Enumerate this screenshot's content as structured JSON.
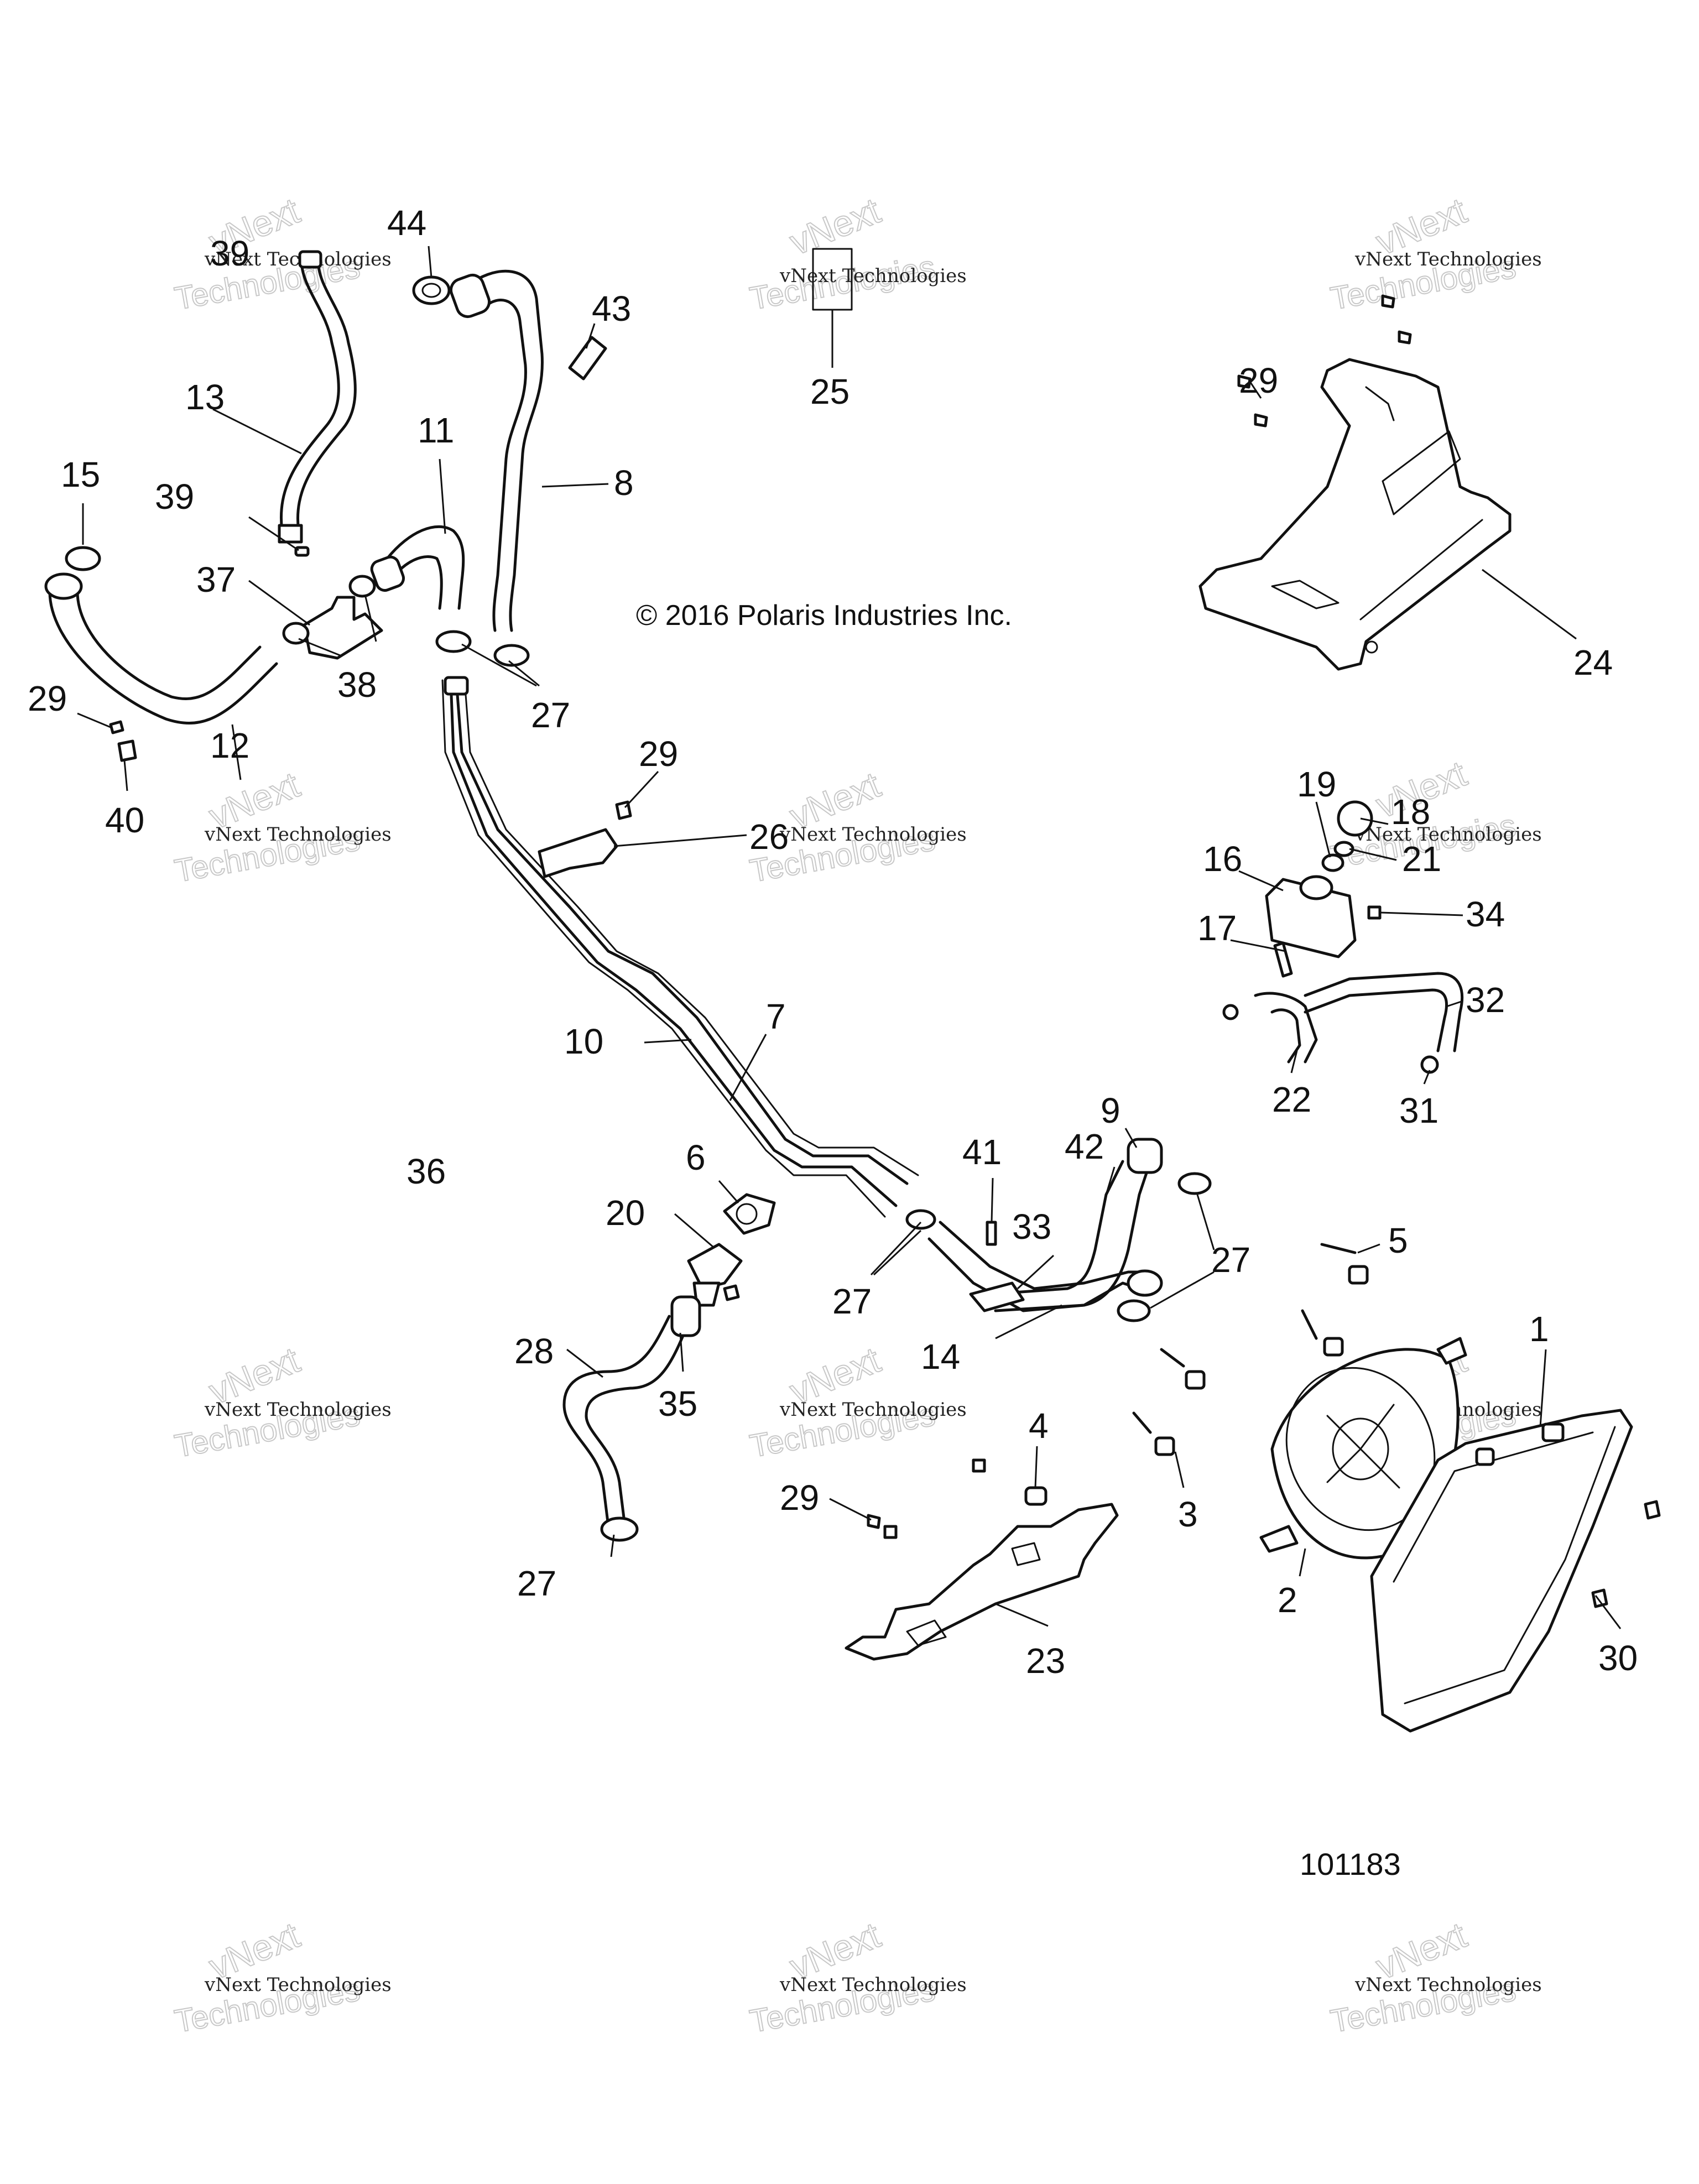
{
  "diagram": {
    "copyright": "© 2016 Polaris Industries Inc.",
    "figure_number": "101183",
    "watermark": {
      "line1": "vNext Technologies",
      "line2": "vNext",
      "line3": "Technologies"
    },
    "callouts": {
      "c1": "1",
      "c2": "2",
      "c3": "3",
      "c4": "4",
      "c5": "5",
      "c6": "6",
      "c7": "7",
      "c8": "8",
      "c9": "9",
      "c10": "10",
      "c11": "11",
      "c12": "12",
      "c13": "13",
      "c14": "14",
      "c15": "15",
      "c16": "16",
      "c17": "17",
      "c18": "18",
      "c19": "19",
      "c20": "20",
      "c21": "21",
      "c22": "22",
      "c23": "23",
      "c24": "24",
      "c25": "25",
      "c26": "26",
      "c27a": "27",
      "c27b": "27",
      "c27c": "27",
      "c27d": "27",
      "c28": "28",
      "c29a": "29",
      "c29b": "29",
      "c29c": "29",
      "c29d": "29",
      "c30": "30",
      "c31": "31",
      "c32": "32",
      "c33": "33",
      "c34": "34",
      "c35": "35",
      "c36": "36",
      "c37": "37",
      "c38": "38",
      "c39a": "39",
      "c39b": "39",
      "c40": "40",
      "c41": "41",
      "c42": "42",
      "c43": "43",
      "c44": "44"
    }
  }
}
